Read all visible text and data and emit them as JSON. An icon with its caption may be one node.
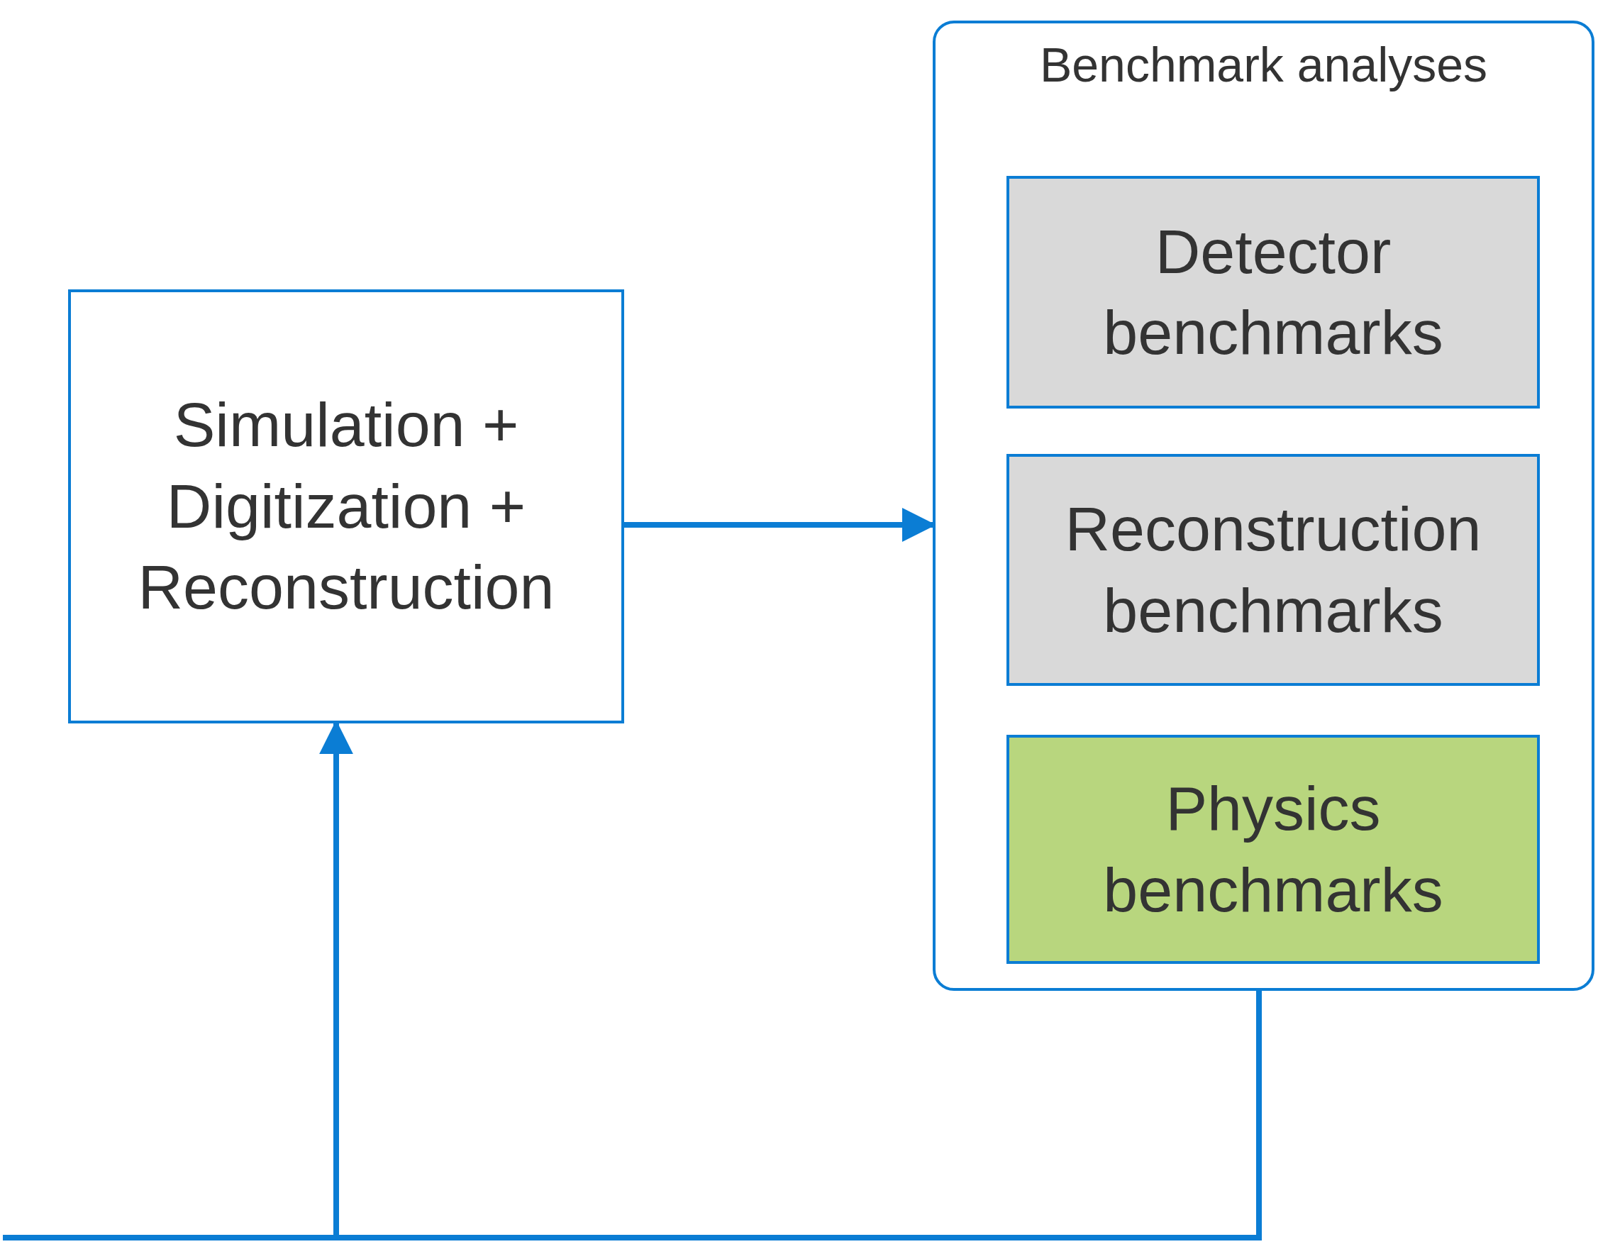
{
  "diagram": {
    "nodes": [
      {
        "text": [
          "Simulation + Digitization + Reconstruction"
        ]
      },
      {
        "text": [
          "Benchmark analyses"
        ]
      },
      {
        "text": [
          "Detector benchmarks"
        ],
        "in": 1
      },
      {
        "text": [
          "Reconstruction benchmarks"
        ],
        "in": 1
      },
      {
        "text": [
          "Physics benchmarks"
        ],
        "in": 1
      }
    ],
    "edges": [
      {
        "from": 0,
        "to": 1,
        "arrow": "to"
      },
      {
        "from": 1,
        "to": 0,
        "arrow": "to"
      },
      {
        "from": 1,
        "to": null,
        "arrow": "none"
      }
    ]
  }
}
